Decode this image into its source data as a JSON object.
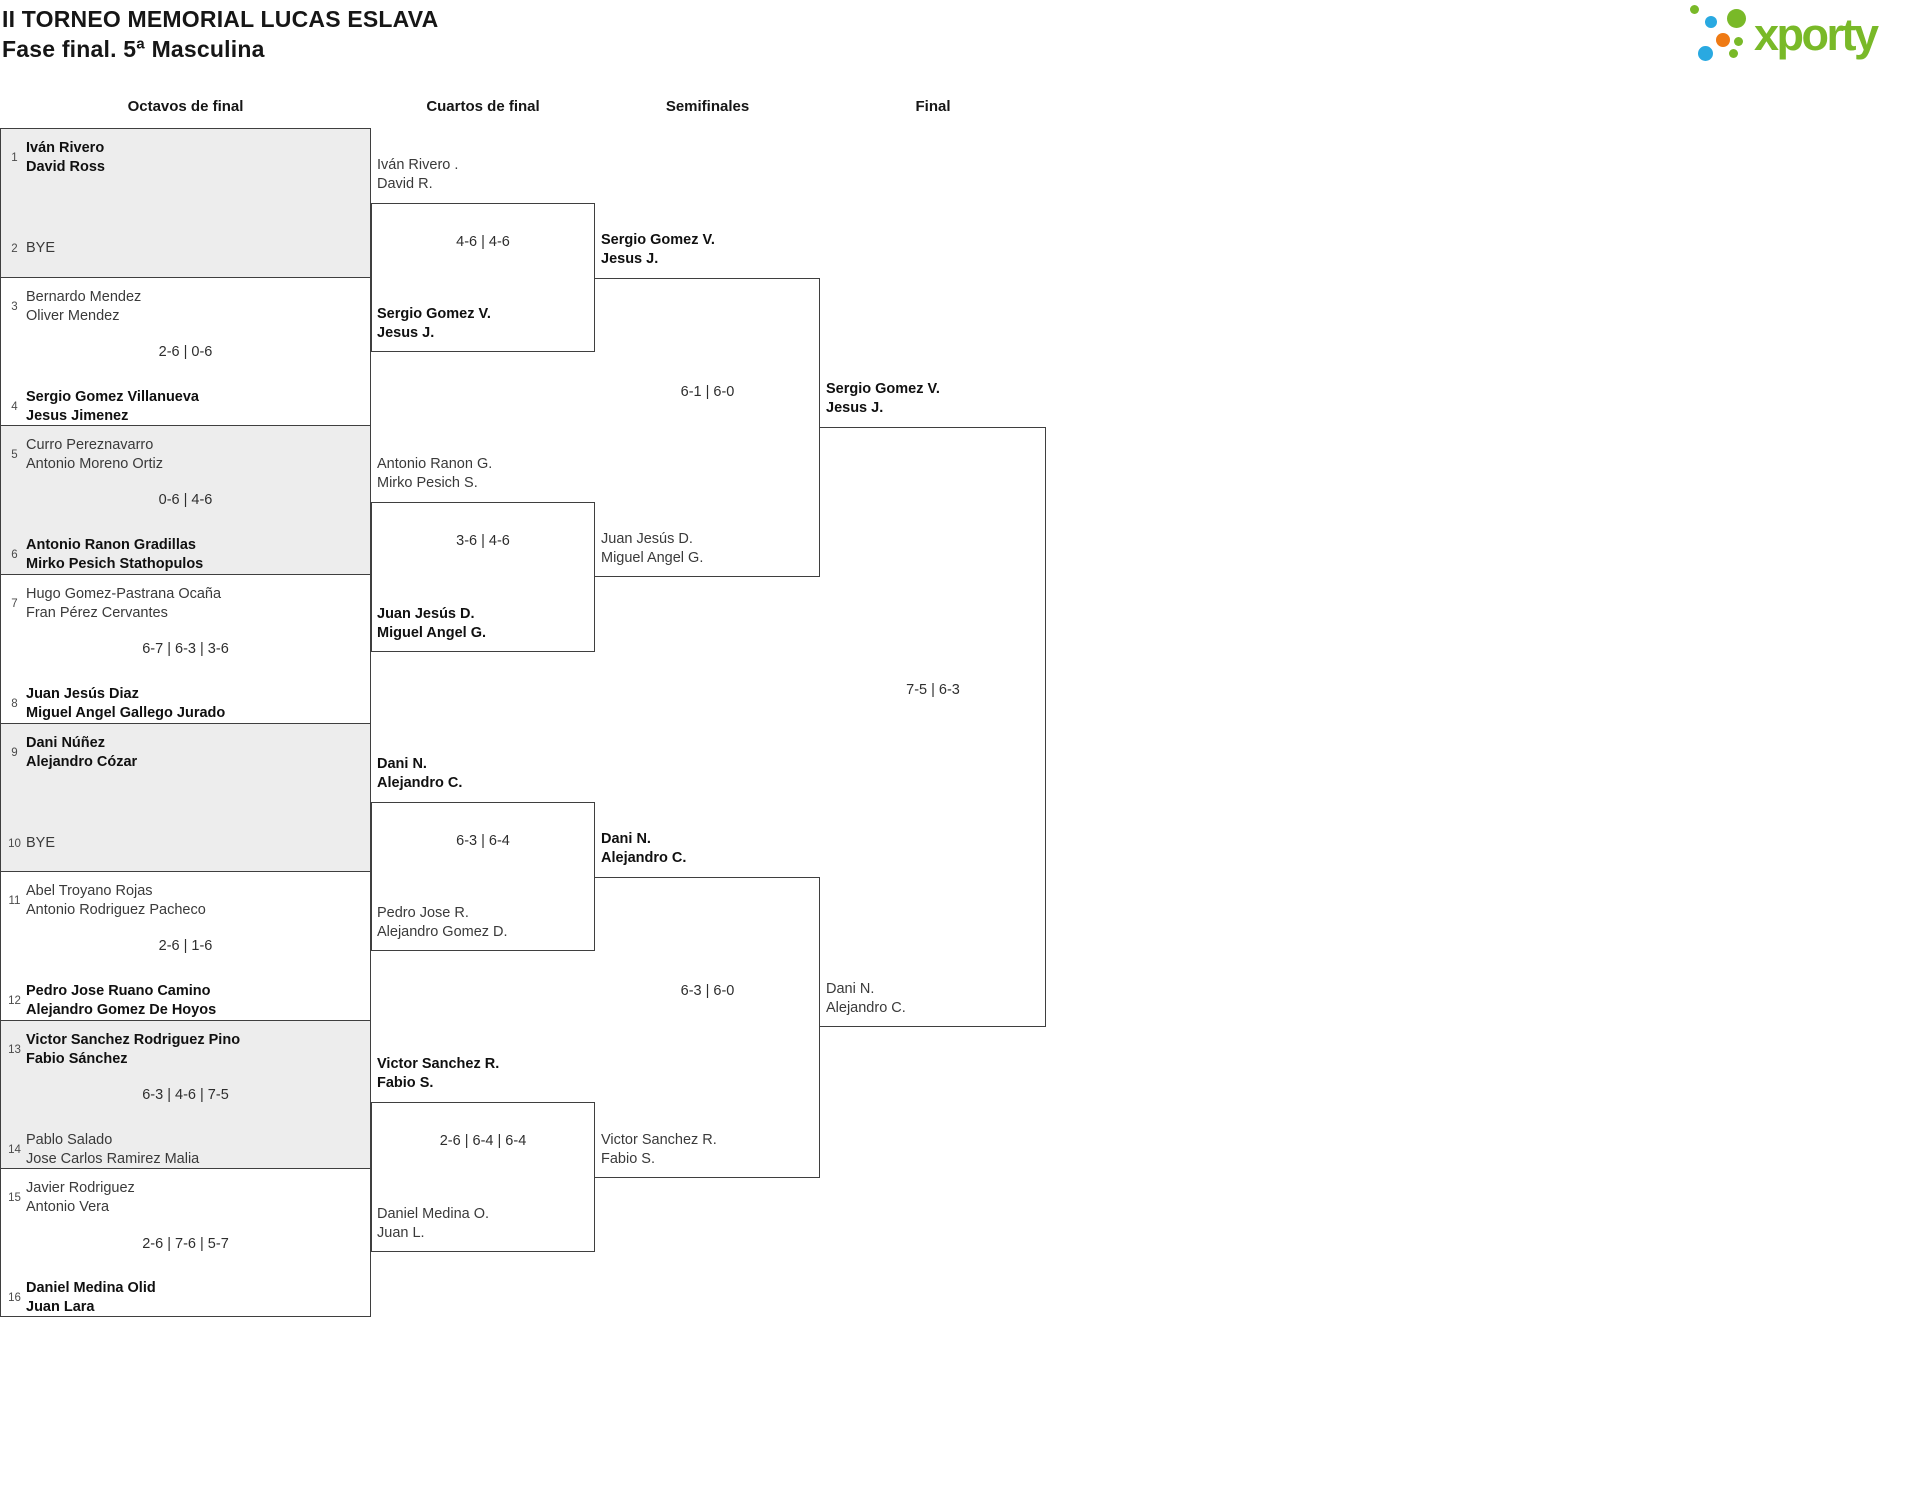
{
  "header": {
    "title": "II TORNEO MEMORIAL LUCAS ESLAVA",
    "subtitle": "Fase final. 5ª Masculina"
  },
  "logo": {
    "brand": "xporty",
    "colors": {
      "green": "#79b928",
      "blue": "#29a9e1",
      "orange": "#ef7a14"
    }
  },
  "columns": {
    "r16": "Octavos de final",
    "qf": "Cuartos de final",
    "sf": "Semifinales",
    "final": "Final"
  },
  "palette": {
    "block_gray": "#ededed",
    "line": "#3f3f3f"
  },
  "round16": [
    {
      "seed1": "1",
      "team1": [
        "Iván Rivero",
        "David Ross"
      ],
      "team1_is_winner": true,
      "seed2": "2",
      "team2": [
        "BYE"
      ],
      "team2_is_winner": false,
      "score": ""
    },
    {
      "seed1": "3",
      "team1": [
        "Bernardo Mendez",
        "Oliver Mendez"
      ],
      "team1_is_winner": false,
      "seed2": "4",
      "team2": [
        "Sergio Gomez Villanueva",
        "Jesus Jimenez"
      ],
      "team2_is_winner": true,
      "score": "2-6 | 0-6"
    },
    {
      "seed1": "5",
      "team1": [
        "Curro Pereznavarro",
        "Antonio Moreno Ortiz"
      ],
      "team1_is_winner": false,
      "seed2": "6",
      "team2": [
        "Antonio Ranon Gradillas",
        "Mirko Pesich Stathopulos"
      ],
      "team2_is_winner": true,
      "score": "0-6 | 4-6"
    },
    {
      "seed1": "7",
      "team1": [
        "Hugo Gomez-Pastrana Ocaña",
        "Fran Pérez Cervantes"
      ],
      "team1_is_winner": false,
      "seed2": "8",
      "team2": [
        "Juan Jesús Diaz",
        "Miguel Angel Gallego Jurado"
      ],
      "team2_is_winner": true,
      "score": "6-7 | 6-3 | 3-6"
    },
    {
      "seed1": "9",
      "team1": [
        "Dani Núñez",
        "Alejandro Cózar"
      ],
      "team1_is_winner": true,
      "seed2": "10",
      "team2": [
        "BYE"
      ],
      "team2_is_winner": false,
      "score": ""
    },
    {
      "seed1": "11",
      "team1": [
        "Abel Troyano Rojas",
        "Antonio Rodriguez Pacheco"
      ],
      "team1_is_winner": false,
      "seed2": "12",
      "team2": [
        "Pedro Jose Ruano Camino",
        "Alejandro Gomez De Hoyos"
      ],
      "team2_is_winner": true,
      "score": "2-6 | 1-6"
    },
    {
      "seed1": "13",
      "team1": [
        "Victor Sanchez Rodriguez Pino",
        "Fabio Sánchez"
      ],
      "team1_is_winner": true,
      "seed2": "14",
      "team2": [
        "Pablo Salado",
        "Jose Carlos Ramirez Malia"
      ],
      "team2_is_winner": false,
      "score": "6-3 | 4-6 | 7-5"
    },
    {
      "seed1": "15",
      "team1": [
        "Javier Rodriguez",
        "Antonio Vera"
      ],
      "team1_is_winner": false,
      "seed2": "16",
      "team2": [
        "Daniel Medina Olid",
        "Juan Lara"
      ],
      "team2_is_winner": true,
      "score": "2-6 | 7-6 | 5-7"
    }
  ],
  "quarterfinals": [
    {
      "top": [
        "Iván Rivero .",
        "David R."
      ],
      "top_is_winner": false,
      "bottom": [
        "Sergio Gomez V.",
        "Jesus J."
      ],
      "bottom_is_winner": true,
      "score": "4-6 | 4-6"
    },
    {
      "top": [
        "Antonio Ranon G.",
        "Mirko Pesich S."
      ],
      "top_is_winner": false,
      "bottom": [
        "Juan Jesús D.",
        "Miguel Angel G."
      ],
      "bottom_is_winner": true,
      "score": "3-6 | 4-6"
    },
    {
      "top": [
        "Dani N.",
        "Alejandro C."
      ],
      "top_is_winner": true,
      "bottom": [
        "Pedro Jose R.",
        "Alejandro Gomez D."
      ],
      "bottom_is_winner": false,
      "score": "6-3 | 6-4"
    },
    {
      "top": [
        "Victor Sanchez R.",
        "Fabio S."
      ],
      "top_is_winner": true,
      "bottom": [
        "Daniel Medina O.",
        "Juan L."
      ],
      "bottom_is_winner": false,
      "score": "2-6 | 6-4 | 6-4"
    }
  ],
  "semifinals": [
    {
      "top": [
        "Sergio Gomez V.",
        "Jesus J."
      ],
      "top_is_winner": true,
      "bottom": [
        "Juan Jesús D.",
        "Miguel Angel G."
      ],
      "bottom_is_winner": false,
      "score": "6-1 | 6-0"
    },
    {
      "top": [
        "Dani N.",
        "Alejandro C."
      ],
      "top_is_winner": true,
      "bottom": [
        "Victor Sanchez R.",
        "Fabio S."
      ],
      "bottom_is_winner": false,
      "score": "6-3 | 6-0"
    }
  ],
  "final": {
    "top": [
      "Sergio Gomez V.",
      "Jesus J."
    ],
    "top_is_winner": true,
    "bottom": [
      "Dani N.",
      "Alejandro C."
    ],
    "bottom_is_winner": false,
    "score": "7-5 | 6-3"
  }
}
